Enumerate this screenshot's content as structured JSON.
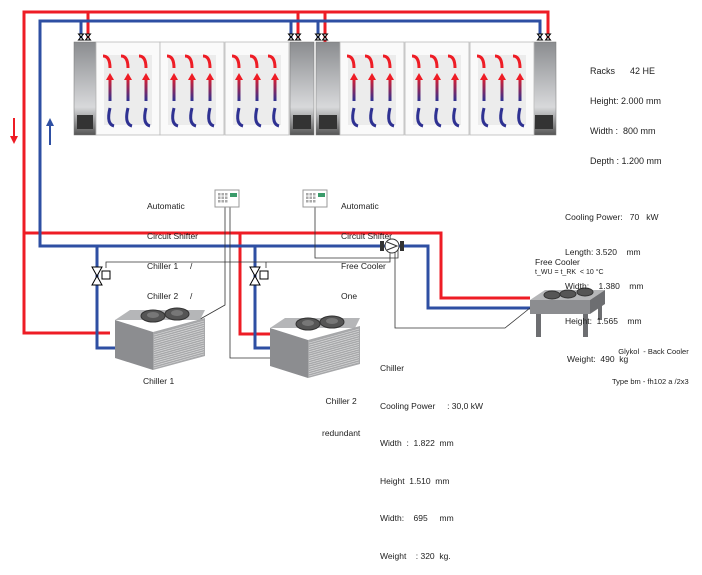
{
  "colors": {
    "supply": "#ee1c25",
    "return": "#2e4fa3",
    "control_wire": "#333333"
  },
  "racks_spec": {
    "lines": [
      "Racks      42 HE",
      "Height: 2.000 mm",
      "Width :  800 mm",
      "Depth : 1.200 mm"
    ]
  },
  "shifter_chillers": {
    "lines": [
      "Automatic",
      "Circuit Shifter",
      "Chiller 1     /",
      "Chiller 2     /"
    ]
  },
  "shifter_freecooler": {
    "lines": [
      "Automatic",
      "Circuit Shifter",
      "Free Cooler",
      "One"
    ]
  },
  "freecooler_spec": {
    "lines": [
      "Cooling Power:   70   kW",
      "Length: 3.520    mm",
      "Width:    1.380    mm",
      "Height:  1.565    mm"
    ],
    "weight": "Weight:  490  kg"
  },
  "freecooler": {
    "title": "Free Cooler",
    "temp": "t_WU = t_RK  < 10 °C",
    "type_lines": [
      "Glykol  - Back Cooler",
      "Type bm - fh102 a /2x3"
    ]
  },
  "chiller_spec": {
    "lines": [
      "Chiller",
      "Cooling Power     : 30,0 kW",
      "Width  :  1.822  mm",
      "Height  1.510  mm",
      "Width:    695     mm",
      "Weight    : 320  kg."
    ]
  },
  "chiller1": {
    "label": "Chiller 1"
  },
  "chiller2": {
    "label_lines": [
      "Chiller 2",
      "redundant"
    ]
  },
  "icons": [
    "flow-direction-arrow",
    "valve-icon",
    "pump-icon",
    "controller-icon",
    "fan-icon"
  ]
}
